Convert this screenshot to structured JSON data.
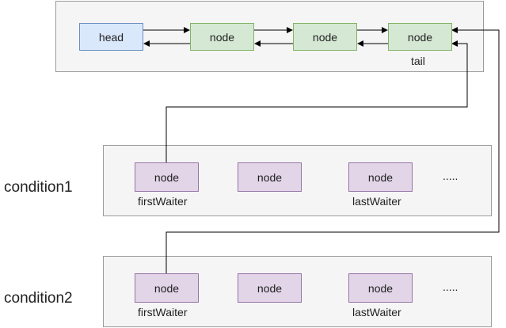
{
  "colors": {
    "head_fill": "#dae8fc",
    "head_stroke": "#6c8ebf",
    "sync_fill": "#d5e8d4",
    "sync_stroke": "#82b366",
    "cond_fill": "#e1d5e7",
    "cond_stroke": "#9673a6",
    "panel_fill": "#f5f5f5",
    "panel_stroke": "#9a9a9a"
  },
  "sync_queue": {
    "head_label": "head",
    "node_labels": [
      "node",
      "node",
      "node"
    ],
    "tail_label": "tail"
  },
  "conditions": [
    {
      "name": "condition1",
      "node_labels": [
        "node",
        "node",
        "node"
      ],
      "first_label": "firstWaiter",
      "last_label": "lastWaiter",
      "ellipsis": "....."
    },
    {
      "name": "condition2",
      "node_labels": [
        "node",
        "node",
        "node"
      ],
      "first_label": "firstWaiter",
      "last_label": "lastWaiter",
      "ellipsis": "....."
    }
  ]
}
